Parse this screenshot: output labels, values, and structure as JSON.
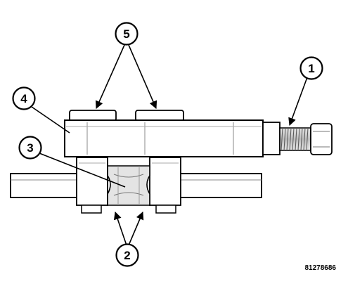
{
  "callouts": [
    {
      "id": "callout-1",
      "label": "1"
    },
    {
      "id": "callout-2",
      "label": "2"
    },
    {
      "id": "callout-3",
      "label": "3"
    },
    {
      "id": "callout-4",
      "label": "4"
    },
    {
      "id": "callout-5",
      "label": "5"
    }
  ],
  "figure_id": "81278686"
}
